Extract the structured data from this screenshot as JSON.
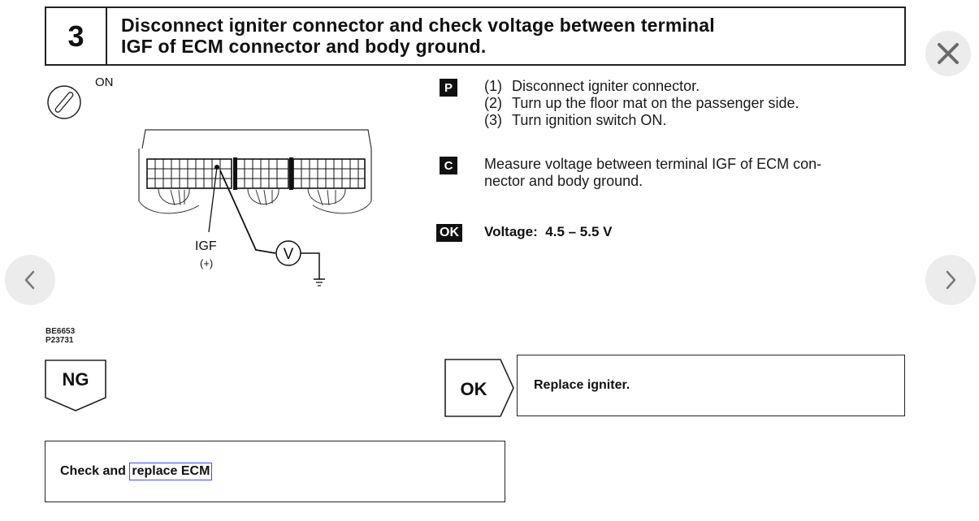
{
  "step": {
    "number": "3",
    "title_line1": "Disconnect igniter connector and check voltage between terminal",
    "title_line2": "IGF of ECM connector and body ground."
  },
  "diagram": {
    "switch_label": "ON",
    "terminal_label": "IGF",
    "terminal_sign": "(+)",
    "meter_symbol": "V",
    "codes": [
      "BE6653",
      "P23731"
    ]
  },
  "prep": {
    "badge": "P",
    "steps": [
      {
        "num": "(1)",
        "text": "Disconnect igniter connector."
      },
      {
        "num": "(2)",
        "text": "Turn up the floor mat on the passenger side."
      },
      {
        "num": "(3)",
        "text": "Turn ignition switch ON."
      }
    ]
  },
  "check": {
    "badge": "C",
    "line1": "Measure voltage between terminal IGF of ECM con-",
    "line2": "nector and body ground."
  },
  "ok_spec": {
    "badge": "OK",
    "label": "Voltage:",
    "value": "4.5 – 5.5 V"
  },
  "results": {
    "ng_label": "NG",
    "ok_label": "OK",
    "ok_action": "Replace igniter.",
    "ng_action_prefix": "Check and ",
    "ng_action_link": "replace ECM"
  },
  "nav": {
    "close_icon": "close-icon",
    "prev_icon": "chevron-left-icon",
    "next_icon": "chevron-right-icon"
  }
}
